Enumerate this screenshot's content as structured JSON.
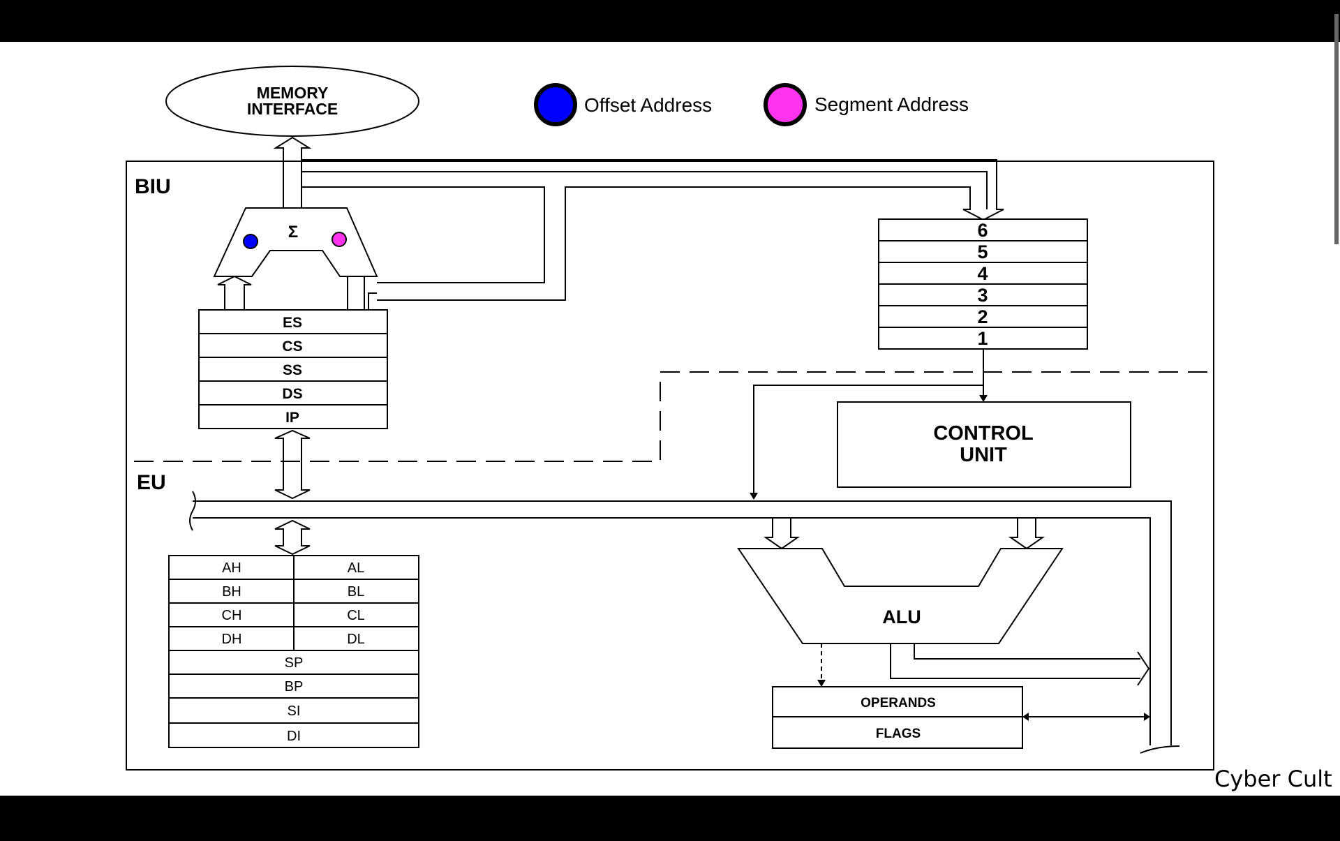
{
  "legend": {
    "offset": {
      "label": "Offset Address",
      "color": "#0000ff"
    },
    "segment": {
      "label": "Segment Address",
      "color": "#ff33ee"
    }
  },
  "memory_interface": {
    "line1": "MEMORY",
    "line2": "INTERFACE"
  },
  "biu": {
    "label": "BIU",
    "adder_symbol": "Σ",
    "segment_registers": [
      "ES",
      "CS",
      "SS",
      "DS",
      "IP"
    ],
    "queue": [
      "6",
      "5",
      "4",
      "3",
      "2",
      "1"
    ]
  },
  "eu": {
    "label": "EU",
    "control_unit": {
      "line1": "CONTROL",
      "line2": "UNIT"
    },
    "general_registers": [
      {
        "high": "AH",
        "low": "AL"
      },
      {
        "high": "BH",
        "low": "BL"
      },
      {
        "high": "CH",
        "low": "CL"
      },
      {
        "high": "DH",
        "low": "DL"
      }
    ],
    "pointer_registers": [
      "SP",
      "BP",
      "SI",
      "DI"
    ],
    "alu": "ALU",
    "operands": "OPERANDS",
    "flags": "FLAGS"
  },
  "watermark": "Cyber Cult"
}
